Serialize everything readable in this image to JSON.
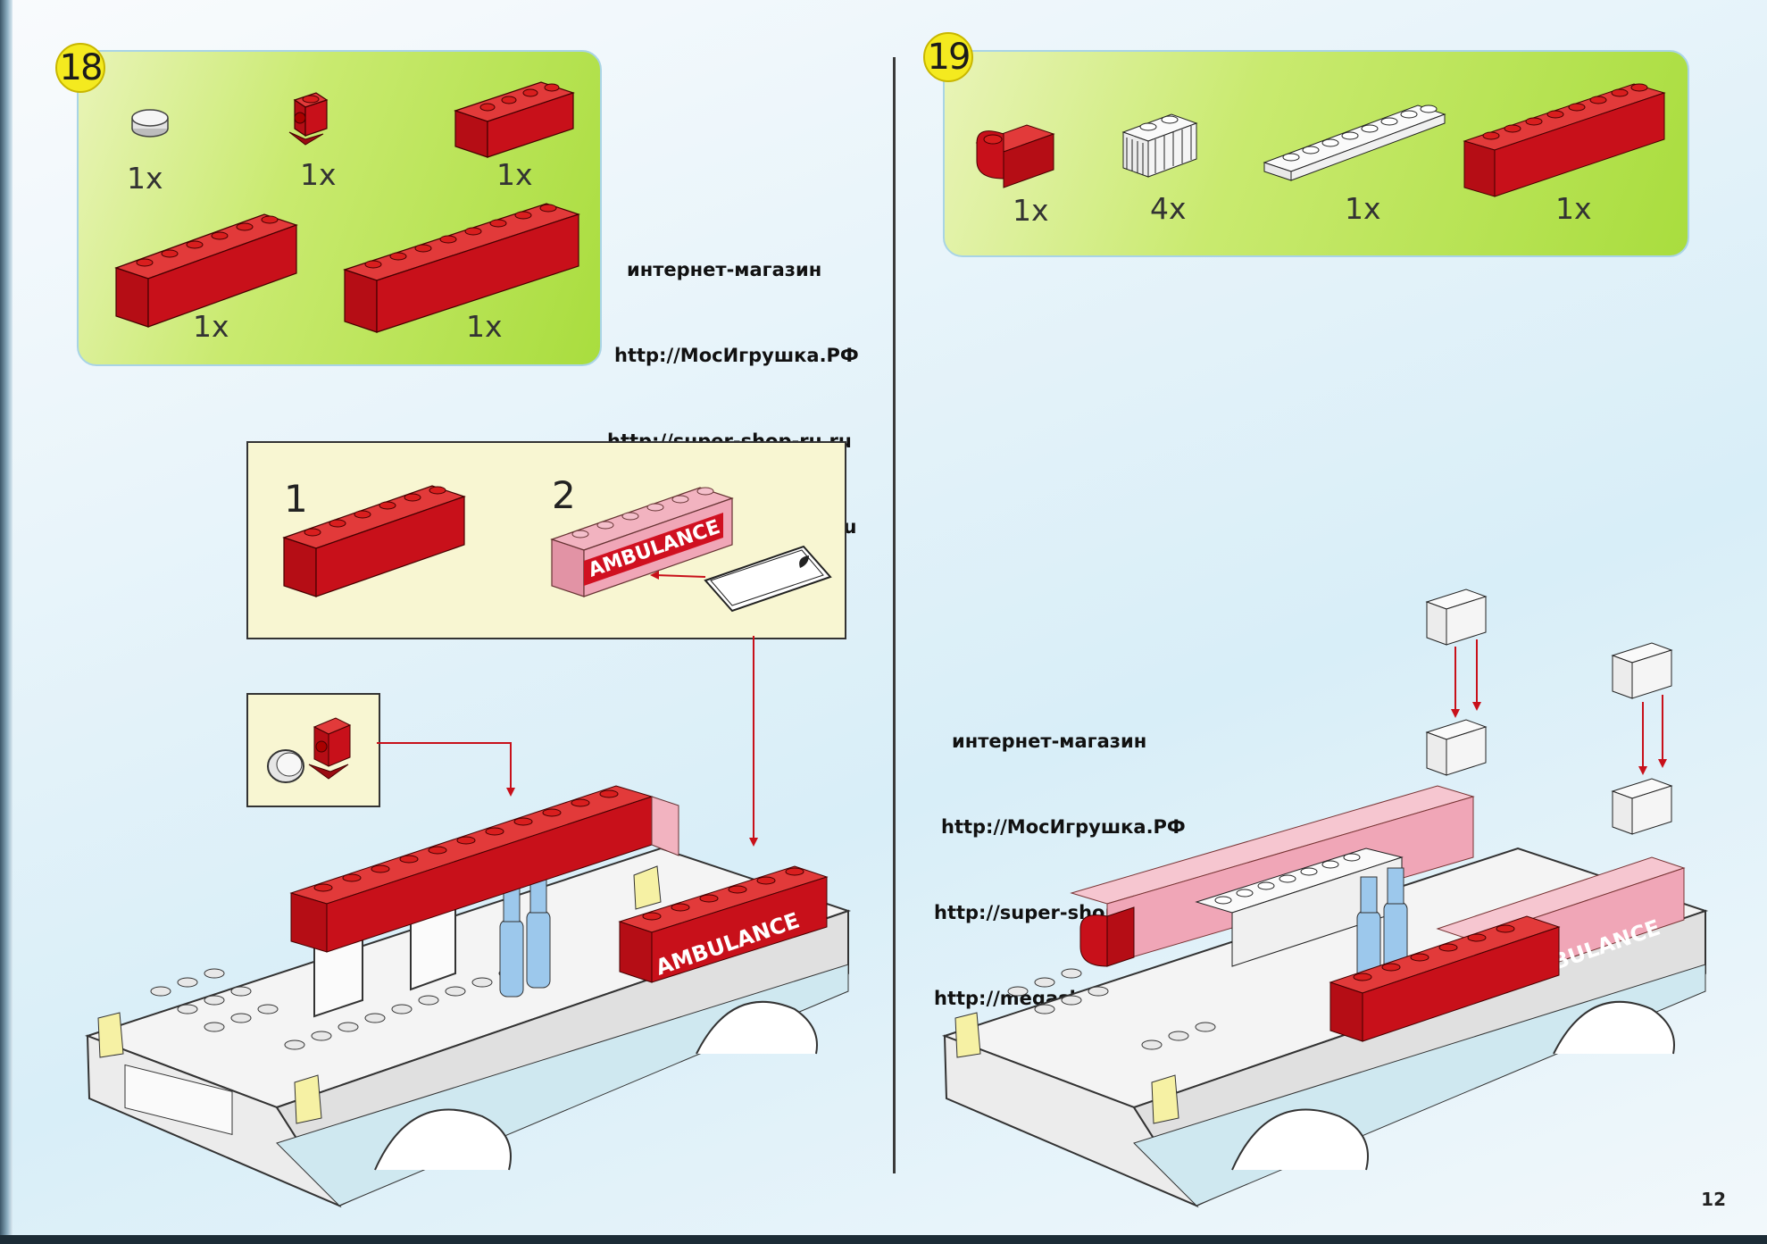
{
  "pages": {
    "left_step": {
      "number": "18",
      "parts": [
        {
          "name": "round-tile-1x1",
          "qty": "1x",
          "color": "#e6e6e6"
        },
        {
          "name": "brick-1x1-with-side-stud",
          "qty": "1x",
          "color": "#c8101a"
        },
        {
          "name": "brick-1x4",
          "qty": "1x",
          "color": "#c8101a"
        },
        {
          "name": "brick-1x6",
          "qty": "1x",
          "color": "#c8101a"
        },
        {
          "name": "brick-1x8",
          "qty": "1x",
          "color": "#c8101a"
        }
      ],
      "sub_steps": [
        {
          "label": "1"
        },
        {
          "label": "2"
        }
      ],
      "sticker_text": "AMBULANCE"
    },
    "right_step": {
      "number": "19",
      "parts": [
        {
          "name": "brick-1x1-round-corner",
          "qty": "1x",
          "color": "#c8101a"
        },
        {
          "name": "grille-brick-1x2",
          "qty": "4x",
          "color": "#f2f2f2"
        },
        {
          "name": "plate-1x8",
          "qty": "1x",
          "color": "#f2f2f2"
        },
        {
          "name": "brick-1x8",
          "qty": "1x",
          "color": "#c8101a"
        }
      ],
      "sticker_text": "AMBULANCE"
    },
    "page_number": "12"
  },
  "shop_note": {
    "line1": "интернет-магазин",
    "line2": "http://МосИгрушка.РФ",
    "line3": "http://super-shop-ru.ru",
    "line4": "http://megashop-city.ru"
  },
  "colors": {
    "brick_red": "#c8101a",
    "panel_green": "#a9dd3e",
    "badge_yellow": "#f4ea1f",
    "sub_box": "#f8f6d2"
  }
}
